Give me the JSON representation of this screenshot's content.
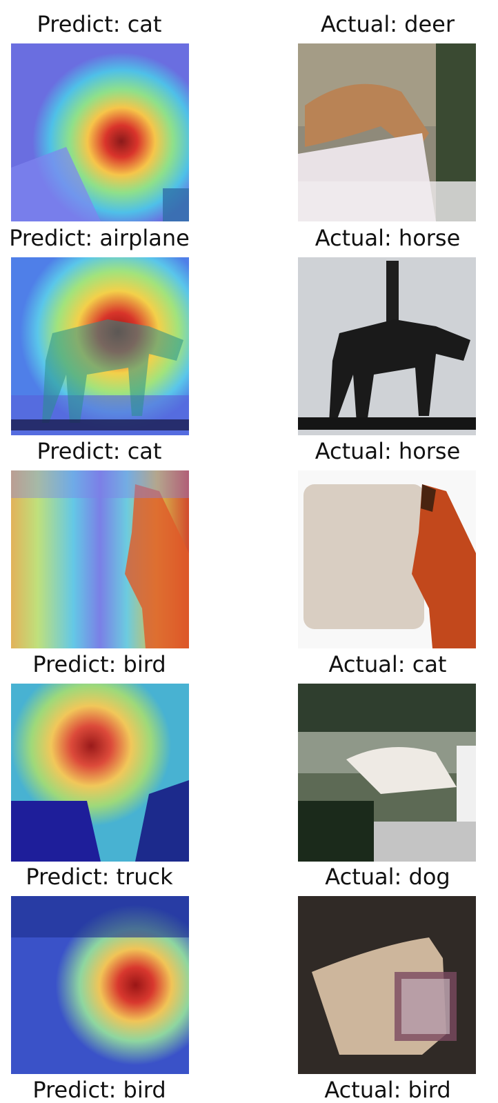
{
  "rows": [
    {
      "predict": "Predict: cat",
      "actual": "Actual: deer"
    },
    {
      "predict": "Predict: airplane",
      "actual": "Actual: horse"
    },
    {
      "predict": "Predict: cat",
      "actual": "Actual: horse"
    },
    {
      "predict": "Predict: bird",
      "actual": "Actual: cat"
    },
    {
      "predict": "Predict: truck",
      "actual": "Actual: dog"
    }
  ],
  "partial_row": {
    "predict": "Predict: bird",
    "actual": "Actual: bird"
  }
}
